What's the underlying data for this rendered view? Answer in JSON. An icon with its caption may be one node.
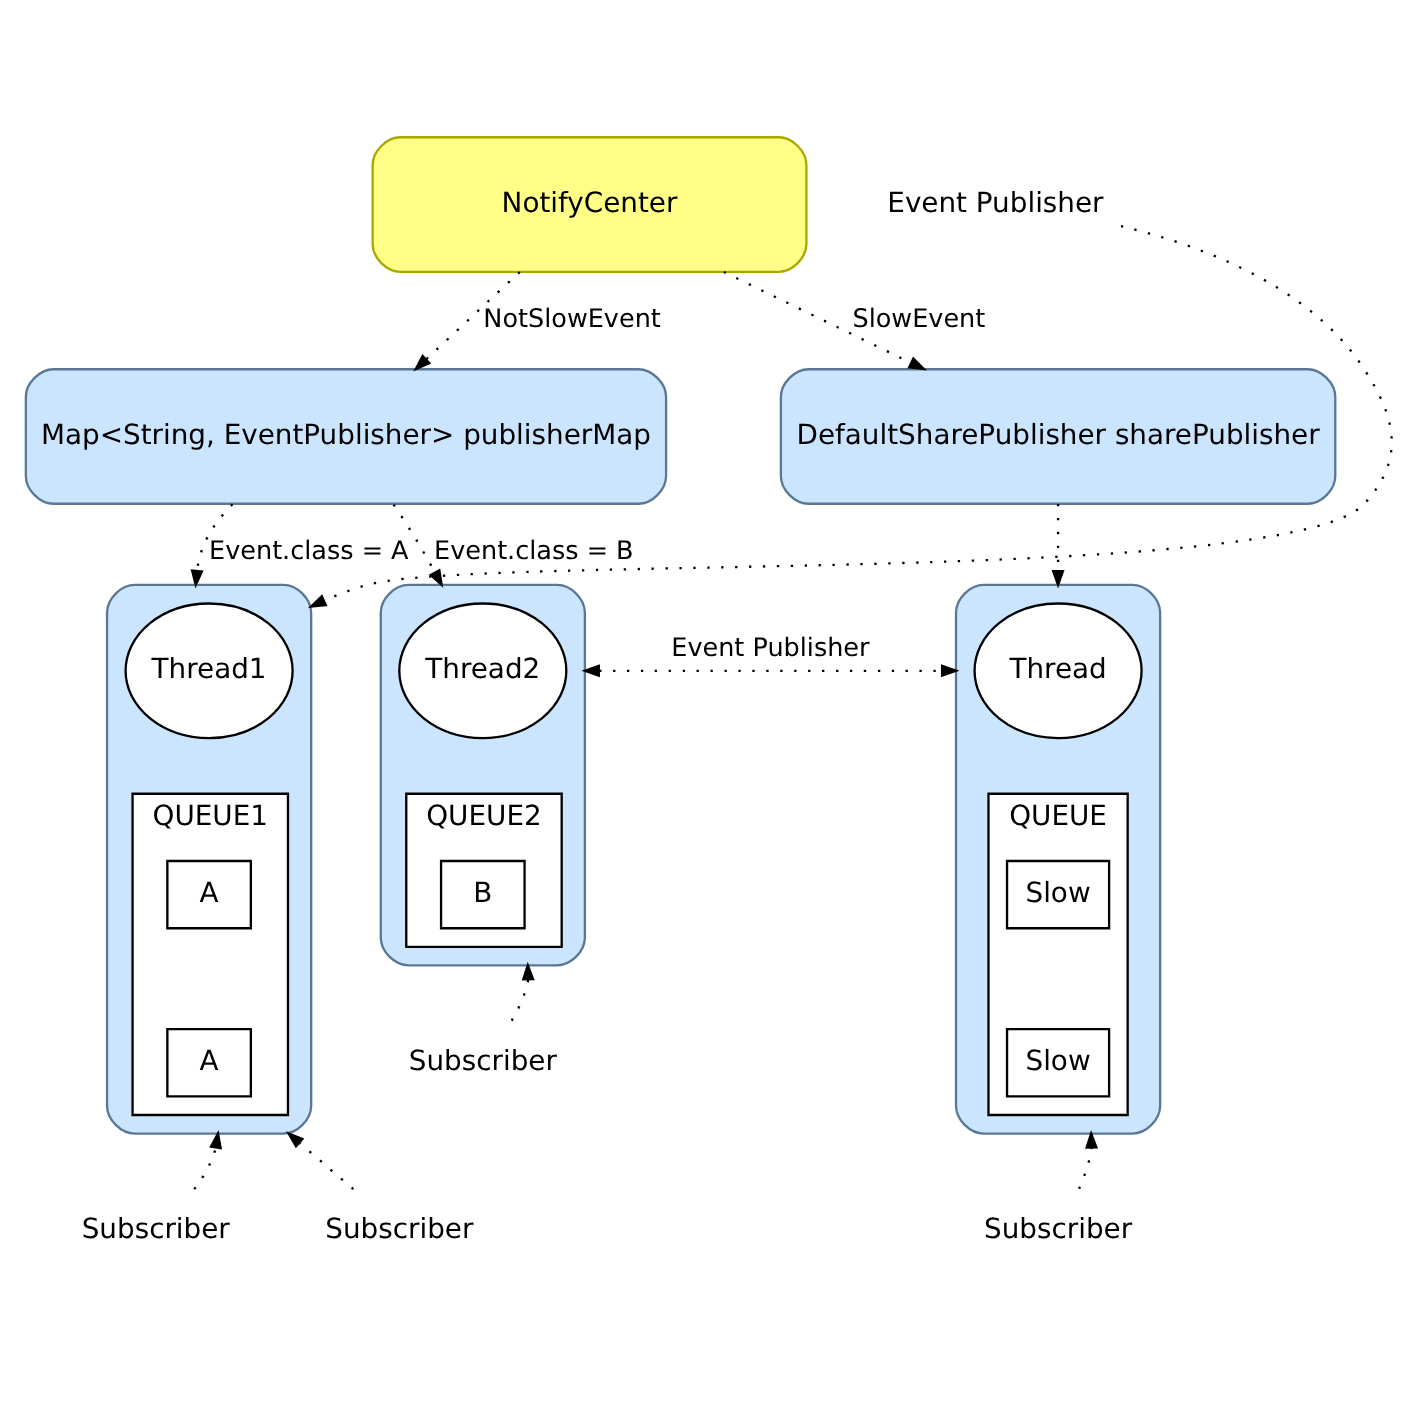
{
  "diagram": {
    "nodes": [
      {
        "text": [
          "NotifyCenter"
        ]
      },
      {
        "text": [
          "Map<String, EventPublisher> publisherMap"
        ]
      },
      {
        "text": [
          "DefaultSharePublisher sharePublisher"
        ]
      },
      {
        "text": [],
        "shape": "box"
      },
      {
        "text": [
          "Thread1"
        ],
        "in": 3
      },
      {
        "text": [
          "QUEUE1"
        ],
        "in": 3
      },
      {
        "text": [
          "A"
        ],
        "in": 5
      },
      {
        "text": [
          "A"
        ],
        "in": 5
      },
      {
        "text": [],
        "shape": "box"
      },
      {
        "text": [
          "Thread2"
        ],
        "in": 8
      },
      {
        "text": [
          "QUEUE2"
        ],
        "in": 8
      },
      {
        "text": [
          "B"
        ],
        "in": 10
      },
      {
        "text": [],
        "shape": "box"
      },
      {
        "text": [
          "Thread"
        ],
        "in": 12
      },
      {
        "text": [
          "QUEUE"
        ],
        "in": 12
      },
      {
        "text": [
          "Slow"
        ],
        "in": 14
      },
      {
        "text": [
          "Slow"
        ],
        "in": 14
      },
      {
        "text": [
          "Event Publisher"
        ]
      },
      {
        "text": [
          "Subscriber"
        ]
      },
      {
        "text": [
          "Subscriber"
        ]
      },
      {
        "text": [
          "Subscriber"
        ]
      },
      {
        "text": [
          "Subscriber"
        ]
      }
    ],
    "edges": [
      {
        "from": 0,
        "to": 1,
        "arrow": "to",
        "label": "NotSlowEvent"
      },
      {
        "from": 0,
        "to": 2,
        "arrow": "to",
        "label": "SlowEvent"
      },
      {
        "from": 1,
        "to": 3,
        "arrow": "to",
        "label": "Event.class = A"
      },
      {
        "from": 1,
        "to": 8,
        "arrow": "to",
        "label": "Event.class = B"
      },
      {
        "from": 2,
        "to": 12,
        "arrow": "to"
      },
      {
        "from": 8,
        "to": 12,
        "arrow": "both",
        "label": "Event Publisher"
      },
      {
        "from": 17,
        "to": 3,
        "arrow": "to"
      },
      {
        "from": 18,
        "to": 3,
        "arrow": "to"
      },
      {
        "from": 19,
        "to": 3,
        "arrow": "to"
      },
      {
        "from": 20,
        "to": 8,
        "arrow": "to"
      },
      {
        "from": 21,
        "to": 12,
        "arrow": "to"
      }
    ]
  }
}
